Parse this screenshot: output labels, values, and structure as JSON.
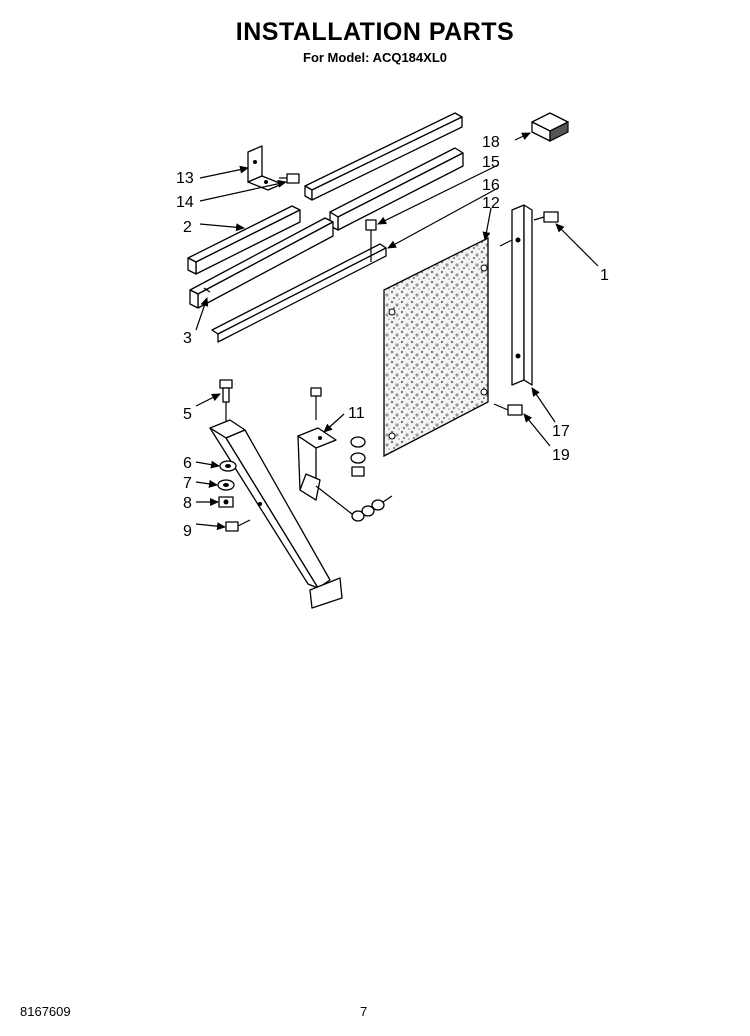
{
  "header": {
    "title": "INSTALLATION PARTS",
    "subtitle": "For Model: ACQ184XL0"
  },
  "footer": {
    "doc_number": "8167609",
    "page_number": "7"
  },
  "callouts": [
    "1",
    "2",
    "3",
    "5",
    "6",
    "7",
    "8",
    "9",
    "11",
    "12",
    "13",
    "14",
    "15",
    "16",
    "17",
    "18",
    "19"
  ]
}
